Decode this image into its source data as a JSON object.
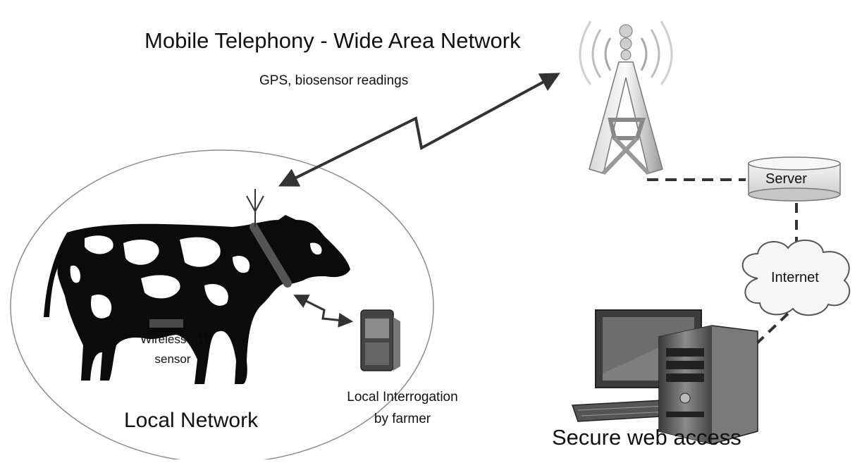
{
  "labels": {
    "wan_title": "Mobile Telephony - Wide Area Network",
    "wan_subtitle": "GPS, biosensor readings",
    "local_network": "Local Network",
    "sensor_line1": "Wireless pH",
    "sensor_line2": "sensor",
    "interrogation_line1": "Local Interrogation",
    "interrogation_line2": "by farmer",
    "server": "Server",
    "internet": "Internet",
    "secure_access": "Secure web access"
  },
  "icons": {
    "tower": "cell-tower-icon",
    "cow": "cow-icon",
    "phone": "mobile-phone-icon",
    "server": "server-cylinder-icon",
    "cloud": "internet-cloud-icon",
    "computer": "desktop-computer-icon"
  },
  "colors": {
    "line": "#333333",
    "cow": "#0b0b0b",
    "background": "#ffffff"
  }
}
